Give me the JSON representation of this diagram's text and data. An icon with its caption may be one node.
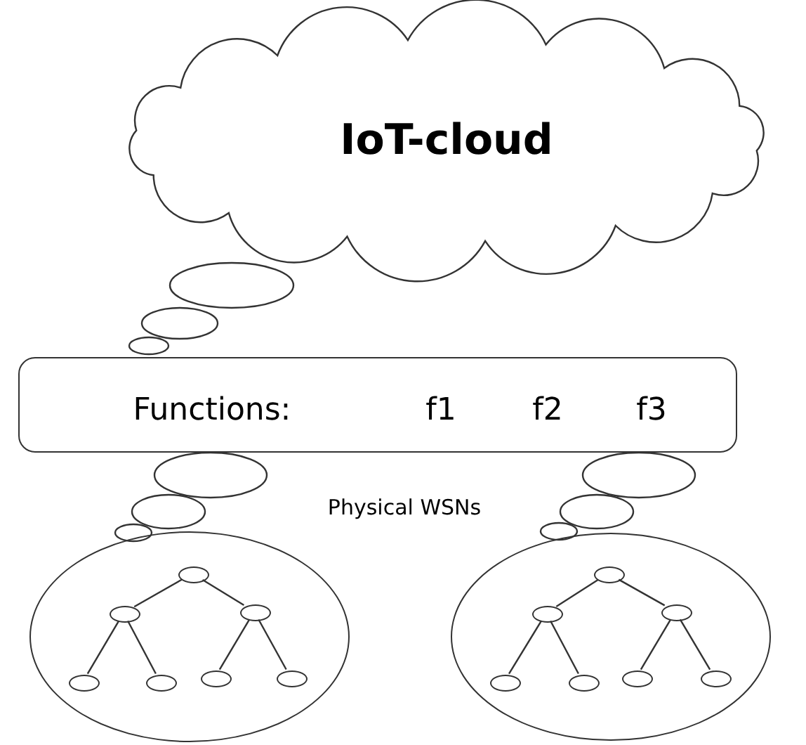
{
  "diagram": {
    "nodes": [
      {
        "text": [
          "IoT-cloud"
        ]
      },
      {
        "text": [
          "Functions:",
          "f1",
          "f2",
          "f3"
        ]
      },
      {
        "text": [],
        "shape": "circle"
      },
      {
        "text": [],
        "shape": "circle",
        "in": 2
      },
      {
        "text": [],
        "shape": "circle",
        "in": 2
      },
      {
        "text": [],
        "shape": "circle",
        "in": 2
      },
      {
        "text": [],
        "shape": "circle",
        "in": 2
      },
      {
        "text": [],
        "shape": "circle",
        "in": 2
      },
      {
        "text": [],
        "shape": "circle",
        "in": 2
      },
      {
        "text": [],
        "shape": "circle",
        "in": 2
      },
      {
        "text": [],
        "shape": "circle"
      },
      {
        "text": [],
        "shape": "circle",
        "in": 10
      },
      {
        "text": [],
        "shape": "circle",
        "in": 10
      },
      {
        "text": [],
        "shape": "circle",
        "in": 10
      },
      {
        "text": [],
        "shape": "circle",
        "in": 10
      },
      {
        "text": [],
        "shape": "circle",
        "in": 10
      },
      {
        "text": [],
        "shape": "circle",
        "in": 10
      },
      {
        "text": [],
        "shape": "circle",
        "in": 10
      }
    ],
    "edges": [
      {
        "from": 3,
        "to": 4,
        "arrow": "none"
      },
      {
        "from": 3,
        "to": 5,
        "arrow": "none"
      },
      {
        "from": 4,
        "to": 6,
        "arrow": "none"
      },
      {
        "from": 4,
        "to": 7,
        "arrow": "none"
      },
      {
        "from": 5,
        "to": 8,
        "arrow": "none"
      },
      {
        "from": 5,
        "to": 9,
        "arrow": "none"
      },
      {
        "from": 11,
        "to": 12,
        "arrow": "none"
      },
      {
        "from": 11,
        "to": 13,
        "arrow": "none"
      },
      {
        "from": 12,
        "to": 14,
        "arrow": "none"
      },
      {
        "from": 12,
        "to": 15,
        "arrow": "none"
      },
      {
        "from": 13,
        "to": 16,
        "arrow": "none"
      },
      {
        "from": 13,
        "to": 17,
        "arrow": "none"
      }
    ],
    "labels": [
      "Physical WSNs"
    ]
  }
}
